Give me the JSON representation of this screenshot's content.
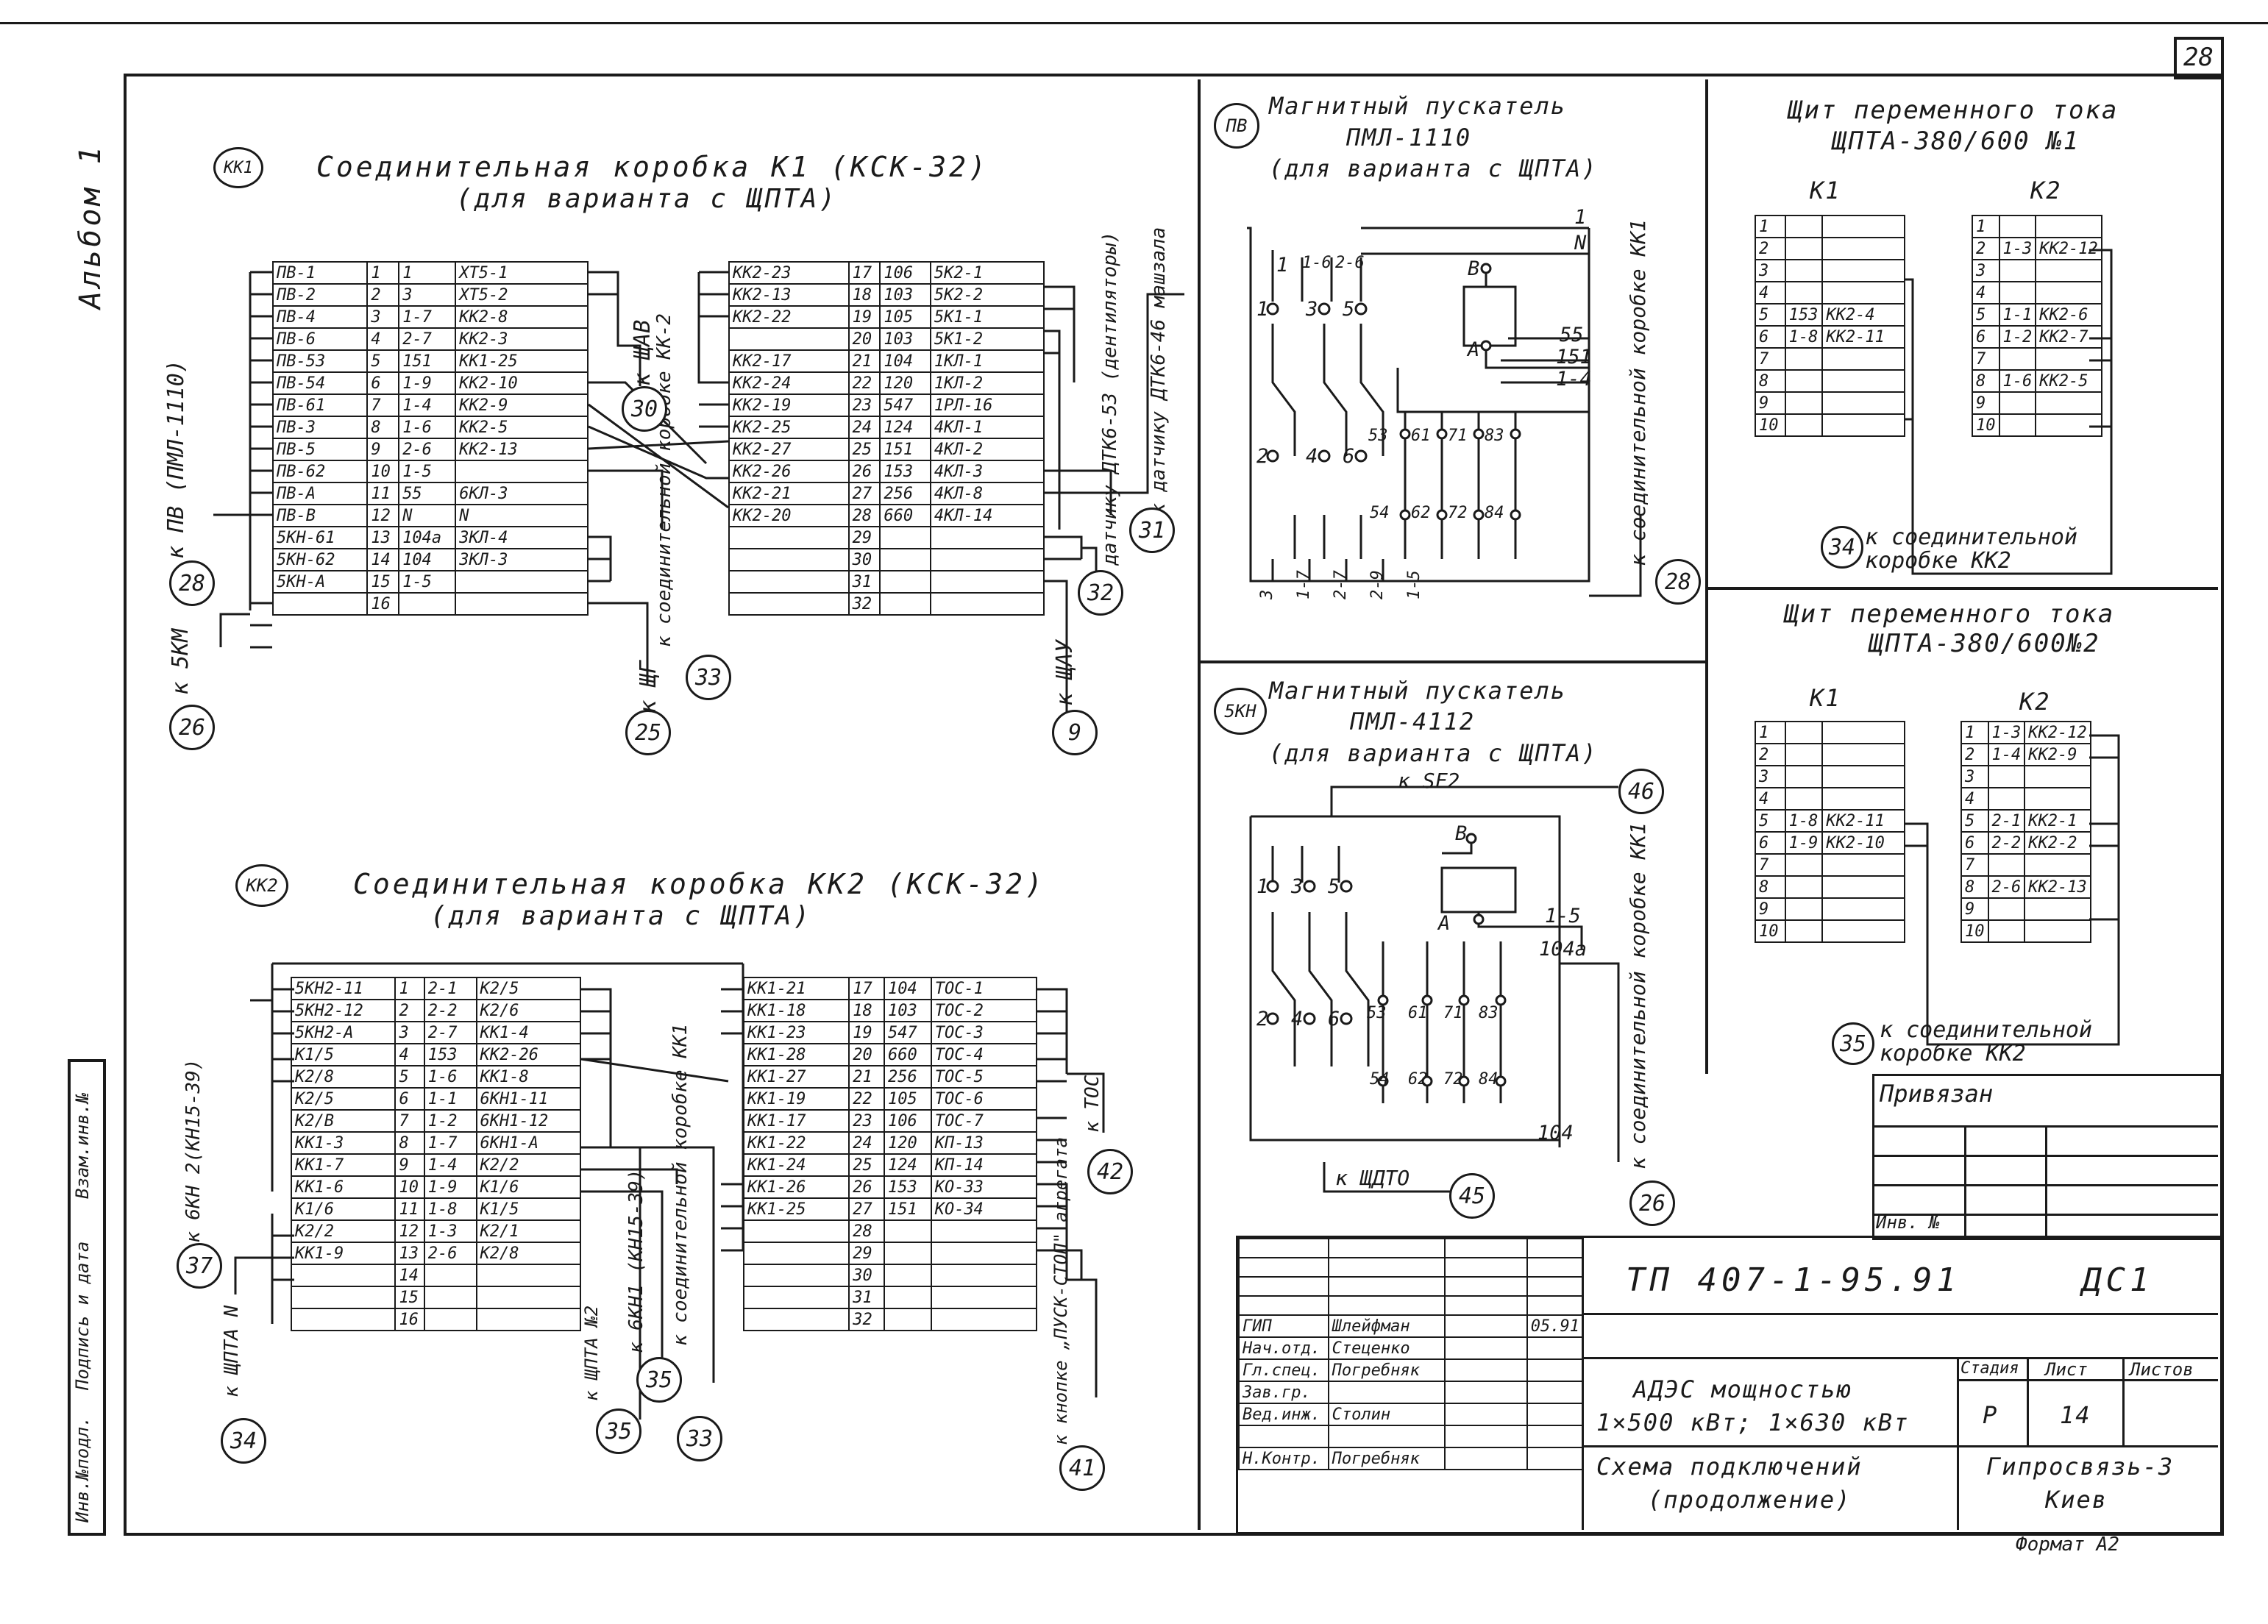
{
  "page_number": "28",
  "album_label": "Альбом 1",
  "side_stamp": [
    "Инв.№подл.",
    "Подпись и дата",
    "Взам.инв.№"
  ],
  "kk1": {
    "symbol": "КК1",
    "title": "Соединительная коробка К1 (КСК-32)",
    "subtitle": "(для варианта с ЩПТА)",
    "left_rows": [
      [
        "ПВ-1",
        "1",
        "1",
        "ХТ5-1"
      ],
      [
        "ПВ-2",
        "2",
        "3",
        "ХТ5-2"
      ],
      [
        "ПВ-4",
        "3",
        "1-7",
        "КК2-8"
      ],
      [
        "ПВ-6",
        "4",
        "2-7",
        "КК2-3"
      ],
      [
        "ПВ-53",
        "5",
        "151",
        "КК1-25"
      ],
      [
        "ПВ-54",
        "6",
        "1-9",
        "КК2-10"
      ],
      [
        "ПВ-61",
        "7",
        "1-4",
        "КК2-9"
      ],
      [
        "ПВ-3",
        "8",
        "1-6",
        "КК2-5"
      ],
      [
        "ПВ-5",
        "9",
        "2-6",
        "КК2-13"
      ],
      [
        "ПВ-62",
        "10",
        "1-5",
        ""
      ],
      [
        "ПВ-А",
        "11",
        "55",
        "6КЛ-3"
      ],
      [
        "ПВ-В",
        "12",
        "N",
        "N"
      ],
      [
        "5КН-61",
        "13",
        "104а",
        "3КЛ-4"
      ],
      [
        "5КН-62",
        "14",
        "104",
        "3КЛ-3"
      ],
      [
        "5КН-А",
        "15",
        "1-5",
        ""
      ],
      [
        "",
        "16",
        "",
        ""
      ]
    ],
    "right_rows": [
      [
        "КК2-23",
        "17",
        "106",
        "5К2-1"
      ],
      [
        "КК2-13",
        "18",
        "103",
        "5К2-2"
      ],
      [
        "КК2-22",
        "19",
        "105",
        "5К1-1"
      ],
      [
        "",
        "20",
        "103",
        "5К1-2"
      ],
      [
        "КК2-17",
        "21",
        "104",
        "1КЛ-1"
      ],
      [
        "КК2-24",
        "22",
        "120",
        "1КЛ-2"
      ],
      [
        "КК2-19",
        "23",
        "547",
        "1РЛ-16"
      ],
      [
        "КК2-25",
        "24",
        "124",
        "4КЛ-1"
      ],
      [
        "КК2-27",
        "25",
        "151",
        "4КЛ-2"
      ],
      [
        "КК2-26",
        "26",
        "153",
        "4КЛ-3"
      ],
      [
        "КК2-21",
        "27",
        "256",
        "4КЛ-8"
      ],
      [
        "КК2-20",
        "28",
        "660",
        "4КЛ-14"
      ],
      [
        "",
        "29",
        "",
        ""
      ],
      [
        "",
        "30",
        "",
        ""
      ],
      [
        "",
        "31",
        "",
        ""
      ],
      [
        "",
        "32",
        "",
        ""
      ]
    ],
    "labels": {
      "to_pv": "к ПВ (ПМЛ-1110)",
      "to_5km": "к 5КМ",
      "to_shchav": "к ЩАВ",
      "to_kk2": "к соединительной коробке КК-2",
      "to_shchg": "к ЩГ",
      "to_dt53": "к датчику ДТК6-53 (дентиляторы)",
      "to_dt46": "к датчику ДТК6-46 машзала",
      "to_shchau": "к ЩАУ"
    },
    "circles": [
      "28",
      "26",
      "30",
      "33",
      "25",
      "32",
      "31",
      "9"
    ]
  },
  "kk2": {
    "symbol": "КК2",
    "title": "Соединительная коробка КК2 (КСК-32)",
    "subtitle": "(для варианта с ЩПТА)",
    "left_rows": [
      [
        "5КН2-11",
        "1",
        "2-1",
        "К2/5"
      ],
      [
        "5КН2-12",
        "2",
        "2-2",
        "К2/6"
      ],
      [
        "5КН2-А",
        "3",
        "2-7",
        "КК1-4"
      ],
      [
        "К1/5",
        "4",
        "153",
        "КК2-26"
      ],
      [
        "К2/8",
        "5",
        "1-6",
        "КК1-8"
      ],
      [
        "К2/5",
        "6",
        "1-1",
        "6КН1-11"
      ],
      [
        "К2/В",
        "7",
        "1-2",
        "6КН1-12"
      ],
      [
        "КК1-3",
        "8",
        "1-7",
        "6КН1-А"
      ],
      [
        "КК1-7",
        "9",
        "1-4",
        "К2/2"
      ],
      [
        "КК1-6",
        "10",
        "1-9",
        "К1/6"
      ],
      [
        "К1/6",
        "11",
        "1-8",
        "К1/5"
      ],
      [
        "К2/2",
        "12",
        "1-3",
        "К2/1"
      ],
      [
        "КК1-9",
        "13",
        "2-6",
        "К2/8"
      ],
      [
        "",
        "14",
        "",
        ""
      ],
      [
        "",
        "15",
        "",
        ""
      ],
      [
        "",
        "16",
        "",
        ""
      ]
    ],
    "right_rows": [
      [
        "КК1-21",
        "17",
        "104",
        "ТОС-1"
      ],
      [
        "КК1-18",
        "18",
        "103",
        "ТОС-2"
      ],
      [
        "КК1-23",
        "19",
        "547",
        "ТОС-3"
      ],
      [
        "КК1-28",
        "20",
        "660",
        "ТОС-4"
      ],
      [
        "КК1-27",
        "21",
        "256",
        "ТОС-5"
      ],
      [
        "КК1-19",
        "22",
        "105",
        "ТОС-6"
      ],
      [
        "КК1-17",
        "23",
        "106",
        "ТОС-7"
      ],
      [
        "КК1-22",
        "24",
        "120",
        "КП-13"
      ],
      [
        "КК1-24",
        "25",
        "124",
        "КП-14"
      ],
      [
        "КК1-26",
        "26",
        "153",
        "КО-33"
      ],
      [
        "КК1-25",
        "27",
        "151",
        "КО-34"
      ],
      [
        "",
        "28",
        "",
        ""
      ],
      [
        "",
        "29",
        "",
        ""
      ],
      [
        "",
        "30",
        "",
        ""
      ],
      [
        "",
        "31",
        "",
        ""
      ],
      [
        "",
        "32",
        "",
        ""
      ]
    ],
    "labels": {
      "to_6kn2": "к 6КН 2(КН15-39)",
      "to_shchpta": "к ЩПТА N",
      "to_6kn1": "к 6КН1 (КН15-39)",
      "to_kk1": "к соединительной коробке КК1",
      "to_shchpta2": "к ЩПТА №2",
      "to_tos": "к ТОС",
      "to_button": "к кнопке „ПУСК-СТОП\" агрегата"
    },
    "circles": [
      "37",
      "34",
      "35",
      "35",
      "33",
      "42",
      "41"
    ]
  },
  "pv": {
    "symbol": "ПВ",
    "title": "Магнитный пускатель",
    "model": "ПМЛ-1110",
    "subtitle": "(для варианта с ЩПТА)",
    "side_label": "к соединительной коробке КК1",
    "circle": "28",
    "terminals": [
      "1",
      "N",
      "55",
      "151",
      "1-4"
    ],
    "bottom": [
      "3",
      "1-7",
      "2-7",
      "2-9",
      "1-5"
    ],
    "top_labels": [
      "1",
      "1-6",
      "2-6"
    ],
    "contacts": [
      "1",
      "3",
      "5",
      "2",
      "4",
      "6",
      "53",
      "61",
      "71",
      "83",
      "54",
      "62",
      "72",
      "84",
      "В",
      "А"
    ]
  },
  "kn5": {
    "symbol": "5КН",
    "title": "Магнитный пускатель",
    "model": "ПМЛ-4112",
    "subtitle": "(для варианта с ЩПТА)",
    "to_sf2": "к SF2",
    "to_shchdto": "к ЩДТО",
    "side_label": "к соединительной коробке КК1",
    "circles": [
      "46",
      "45",
      "26"
    ],
    "terminals": [
      "1-5",
      "104а",
      "104"
    ],
    "contacts": [
      "1",
      "3",
      "5",
      "2",
      "4",
      "6",
      "53",
      "61",
      "71",
      "83",
      "54",
      "62",
      "72",
      "84",
      "В",
      "А"
    ]
  },
  "shchpta1": {
    "title": "Щит переменного тока",
    "model": "ЩПТА-380/600 №1",
    "k1": "К1",
    "k2": "К2",
    "k1_rows": [
      [
        "1",
        "",
        ""
      ],
      [
        "2",
        "",
        ""
      ],
      [
        "3",
        "",
        ""
      ],
      [
        "4",
        "",
        ""
      ],
      [
        "5",
        "153",
        "КК2-4"
      ],
      [
        "6",
        "1-8",
        "КК2-11"
      ],
      [
        "7",
        "",
        ""
      ],
      [
        "8",
        "",
        ""
      ],
      [
        "9",
        "",
        ""
      ],
      [
        "10",
        "",
        ""
      ]
    ],
    "k2_rows": [
      [
        "1",
        "",
        ""
      ],
      [
        "2",
        "1-3",
        "КК2-12"
      ],
      [
        "3",
        "",
        ""
      ],
      [
        "4",
        "",
        ""
      ],
      [
        "5",
        "1-1",
        "КК2-6"
      ],
      [
        "6",
        "1-2",
        "КК2-7"
      ],
      [
        "7",
        "",
        ""
      ],
      [
        "8",
        "1-6",
        "КК2-5"
      ],
      [
        "9",
        "",
        ""
      ],
      [
        "10",
        "",
        ""
      ]
    ],
    "circle": "34",
    "note": "к соединительной коробке КК2"
  },
  "shchpta2": {
    "title": "Щит переменного тока",
    "model": "ЩПТА-380/600№2",
    "k1": "К1",
    "k2": "К2",
    "k1_rows": [
      [
        "1",
        "",
        ""
      ],
      [
        "2",
        "",
        ""
      ],
      [
        "3",
        "",
        ""
      ],
      [
        "4",
        "",
        ""
      ],
      [
        "5",
        "1-8",
        "КК2-11"
      ],
      [
        "6",
        "1-9",
        "КК2-10"
      ],
      [
        "7",
        "",
        ""
      ],
      [
        "8",
        "",
        ""
      ],
      [
        "9",
        "",
        ""
      ],
      [
        "10",
        "",
        ""
      ]
    ],
    "k2_rows": [
      [
        "1",
        "1-3",
        "КК2-12"
      ],
      [
        "2",
        "1-4",
        "КК2-9"
      ],
      [
        "3",
        "",
        ""
      ],
      [
        "4",
        "",
        ""
      ],
      [
        "5",
        "2-1",
        "КК2-1"
      ],
      [
        "6",
        "2-2",
        "КК2-2"
      ],
      [
        "7",
        "",
        ""
      ],
      [
        "8",
        "2-6",
        "КК2-13"
      ],
      [
        "9",
        "",
        ""
      ],
      [
        "10",
        "",
        ""
      ]
    ],
    "circle": "35",
    "note": "к соединительной коробке КК2"
  },
  "privyazan": {
    "label": "Привязан",
    "inv": "Инв. №"
  },
  "stamp": {
    "code": "ТП 407-1-95.91",
    "sheet_code": "ДС1",
    "title_line1": "АДЭС мощностью",
    "title_line2": "1×500 кВт; 1×630 кВт",
    "drawing_line1": "Схема подключений",
    "drawing_line2": "(продолжение)",
    "stage_h": "Стадия",
    "sheet_h": "Лист",
    "sheets_h": "Листов",
    "stage": "Р",
    "sheet": "14",
    "org_line1": "Гипросвязь-3",
    "org_line2": "Киев",
    "format": "Формат А2",
    "people": [
      [
        "ГИП",
        "Шлейфман",
        "",
        "05.91"
      ],
      [
        "Нач.отд.",
        "Стеценко",
        "",
        ""
      ],
      [
        "Гл.спец.",
        "Погребняк",
        "",
        ""
      ],
      [
        "Зав.гр.",
        "",
        "",
        ""
      ],
      [
        "Вед.инж.",
        "Столин",
        "",
        ""
      ],
      [
        "",
        "",
        "",
        ""
      ],
      [
        "Н.Контр.",
        "Погребняк",
        "",
        ""
      ]
    ]
  }
}
